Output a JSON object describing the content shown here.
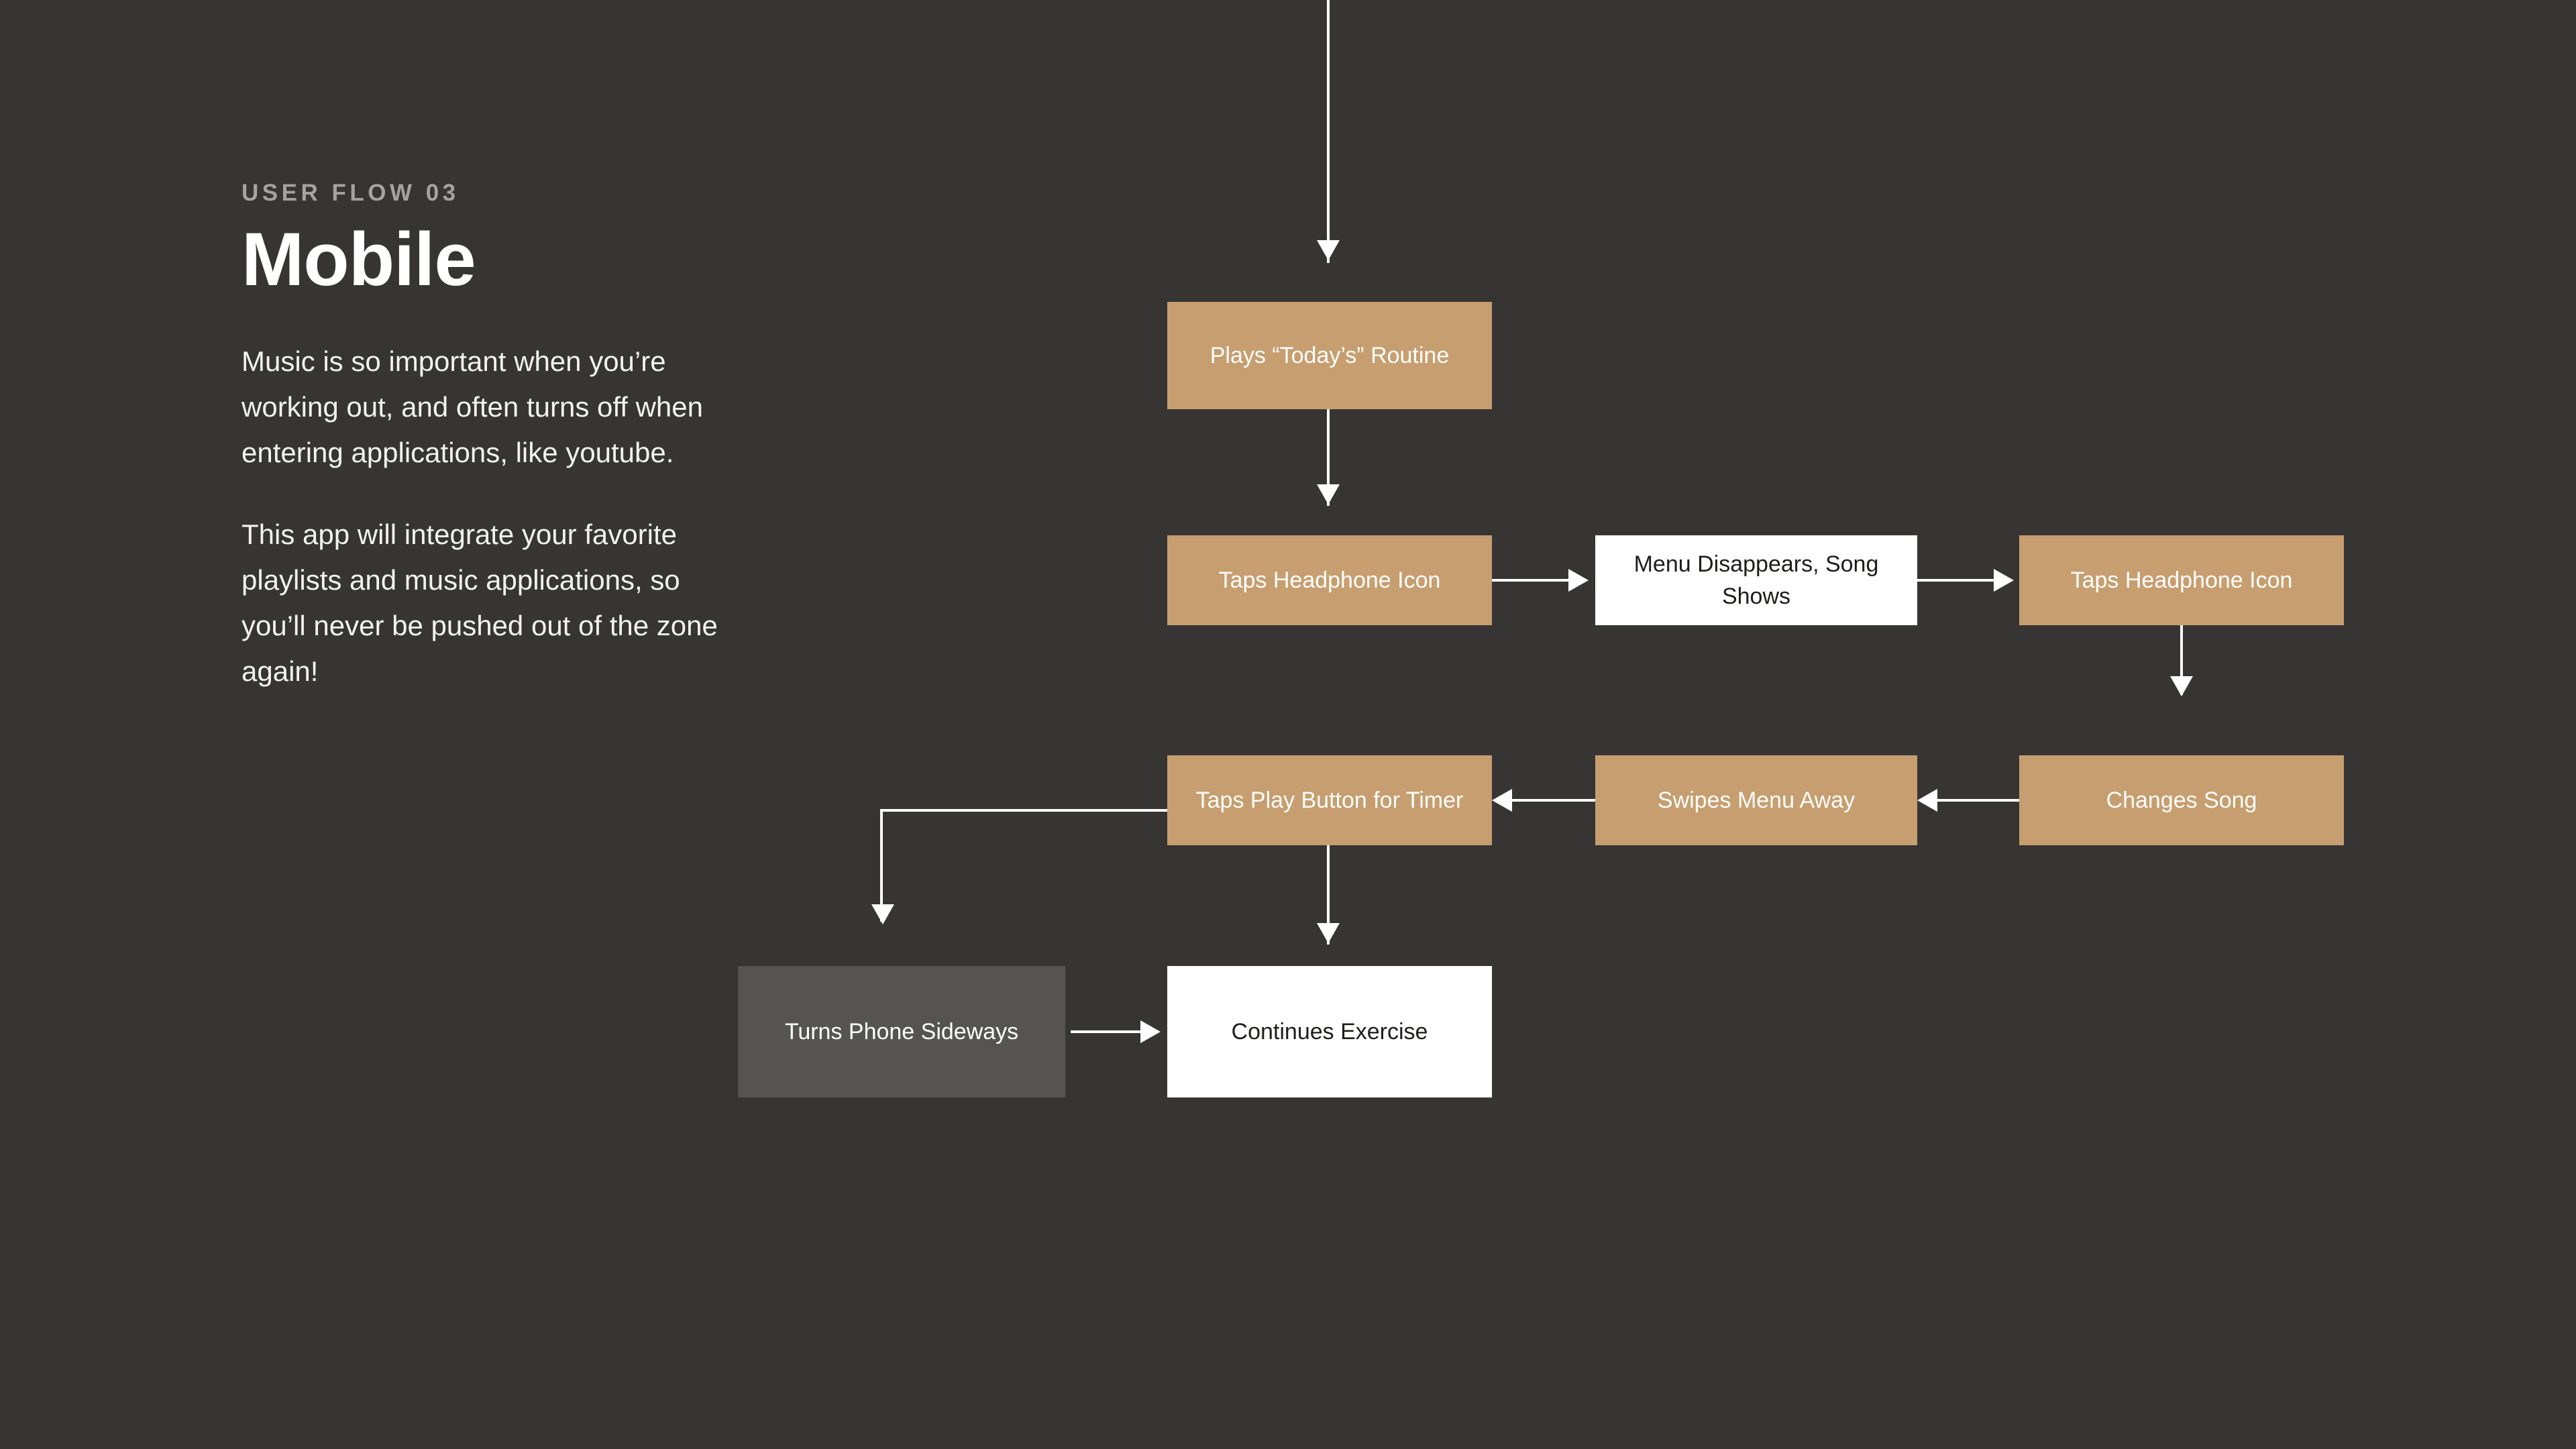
{
  "page": {
    "background_color": "#363534",
    "eyebrow": "USER FLOW 03",
    "title": "Mobile",
    "paragraphs": [
      "Music is so important when you’re working out, and often turns off when entering applications, like youtube.",
      "This app will integrate your favorite playlists and music applications, so you’ll never be pushed out of the zone again!"
    ]
  },
  "colors": {
    "accent_tan": "#c79e6f",
    "node_white": "#ffffff",
    "node_gray": "#555453",
    "eyebrow_gray": "#a3a3a1",
    "connector": "#ffffff",
    "text_light": "#f2f2f0",
    "text_dark": "#1d1d1b"
  },
  "flow": {
    "nodes": [
      {
        "id": "plays-todays-routine",
        "label": "Plays “Today’s” Routine",
        "style": "tan"
      },
      {
        "id": "taps-headphone-icon-1",
        "label": "Taps Headphone Icon",
        "style": "tan"
      },
      {
        "id": "menu-disappears",
        "label": "Menu Disappears, Song Shows",
        "style": "white"
      },
      {
        "id": "taps-headphone-icon-2",
        "label": "Taps Headphone Icon",
        "style": "tan"
      },
      {
        "id": "changes-song",
        "label": "Changes Song",
        "style": "tan"
      },
      {
        "id": "swipes-menu-away",
        "label": "Swipes Menu Away",
        "style": "tan"
      },
      {
        "id": "taps-play-button",
        "label": "Taps Play Button for Timer",
        "style": "tan"
      },
      {
        "id": "turns-phone-sideways",
        "label": "Turns Phone Sideways",
        "style": "gray"
      },
      {
        "id": "continues-exercise",
        "label": "Continues Exercise",
        "style": "white"
      }
    ]
  }
}
